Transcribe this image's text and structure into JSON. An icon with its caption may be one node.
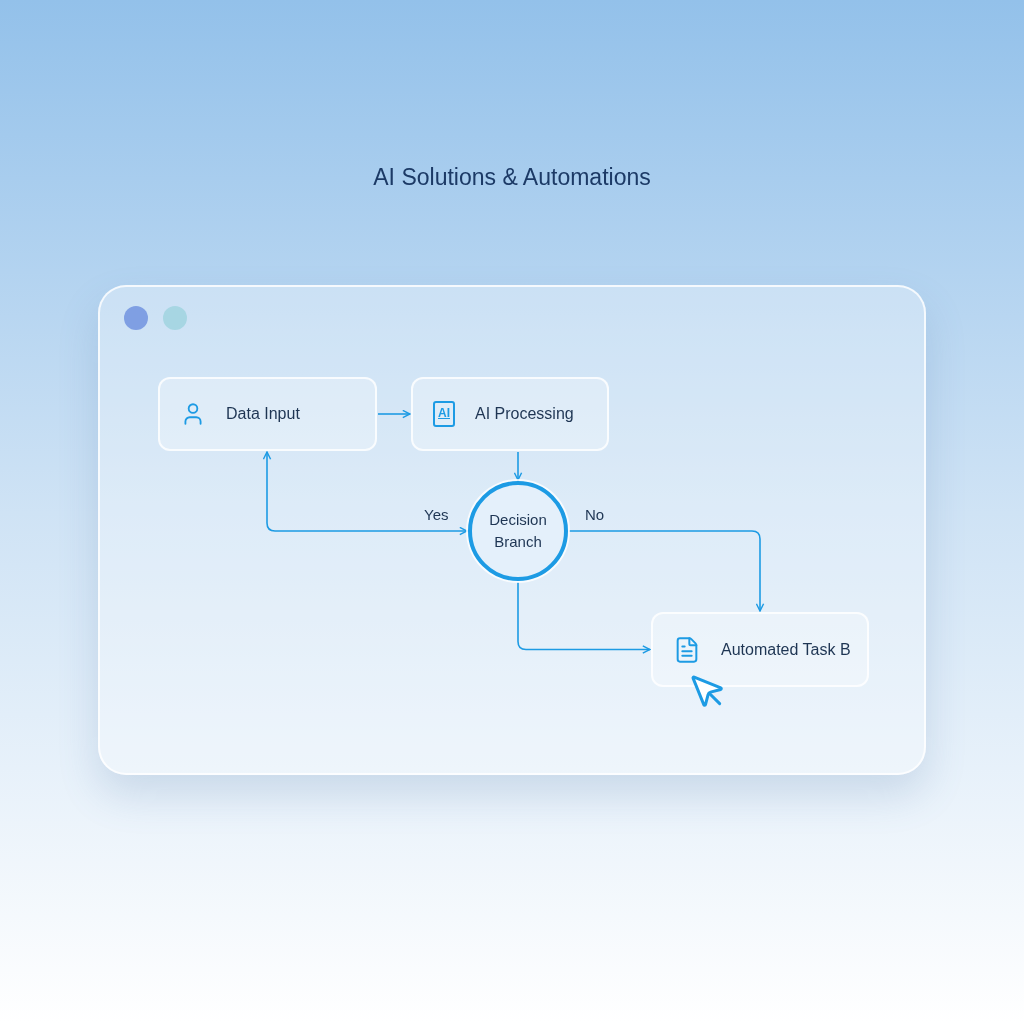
{
  "diagram": {
    "title": "AI Solutions & Automations",
    "nodes": [
      {
        "text": [
          "Data Input"
        ]
      },
      {
        "text": [
          "AI",
          "AI Processing"
        ]
      },
      {
        "text": [
          "Decision Branch"
        ]
      },
      {
        "text": [
          "Automated Task B"
        ]
      }
    ],
    "edges": [
      {
        "from": 0,
        "to": 1,
        "arrow": "to"
      },
      {
        "from": 1,
        "to": 2,
        "arrow": "to"
      },
      {
        "from": 2,
        "to": 0,
        "arrow": "both",
        "label": "Yes"
      },
      {
        "from": 2,
        "to": 3,
        "arrow": "to",
        "label": "No"
      },
      {
        "from": 2,
        "to": 3,
        "arrow": "to"
      }
    ]
  }
}
